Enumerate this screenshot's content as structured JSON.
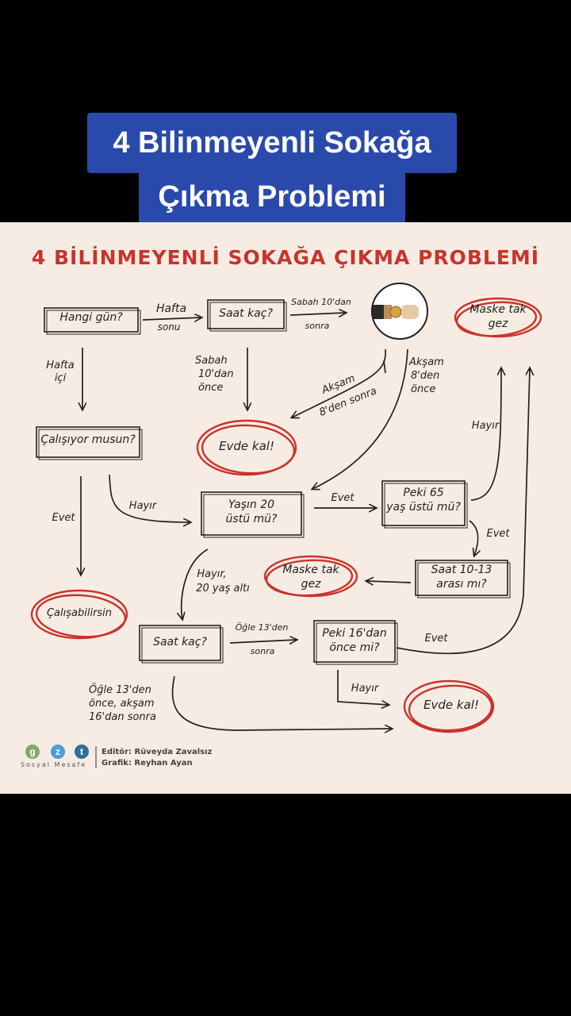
{
  "caption": {
    "line1": "4 Bilinmeyenli Sokağa",
    "line2": "Çıkma Problemi"
  },
  "poster": {
    "title": "4 BİLİNMEYENLİ SOKAĞA ÇIKMA PROBLEMİ",
    "nodes": {
      "hangi_gun": "Hangi gün?",
      "saat_kac_1": "Saat kaç?",
      "maske_1_l1": "Maske tak",
      "maske_1_l2": "gez",
      "calisiyor": "Çalışıyor musun?",
      "evde_kal_1": "Evde kal!",
      "yasin_l1": "Yaşın 20",
      "yasin_l2": "üstü mü?",
      "peki65_l1": "Peki 65",
      "peki65_l2": "yaş üstü mü?",
      "maske_2_l1": "Maske tak",
      "maske_2_l2": "gez",
      "saat1013_l1": "Saat 10-13",
      "saat1013_l2": "arası mı?",
      "calisabilirsin": "Çalışabilirsin",
      "saat_kac_2": "Saat kaç?",
      "peki16_l1": "Peki 16'dan",
      "peki16_l2": "önce mi?",
      "evde_kal_2": "Evde kal!"
    },
    "edges": {
      "hafta_sonu_1": "Hafta",
      "hafta_sonu_2": "sonu",
      "sabah10_sonra_1": "Sabah 10'dan",
      "sabah10_sonra_2": "sonra",
      "hafta_ici_1": "Hafta",
      "hafta_ici_2": "içi",
      "sabah10_once_1": "Sabah",
      "sabah10_once_2": "10'dan",
      "sabah10_once_3": "önce",
      "aksam8_sonra_1": "Akşam",
      "aksam8_sonra_2": "8'den sonra",
      "aksam8_once_1": "Akşam",
      "aksam8_once_2": "8'den",
      "aksam8_once_3": "önce",
      "hayir_65": "Hayır",
      "evet_calis": "Evet",
      "hayir_calis": "Hayır",
      "evet_yas": "Evet",
      "evet_65": "Evet",
      "hayir20_1": "Hayır,",
      "hayir20_2": "20 yaş altı",
      "ogle13_sonra_1": "Öğle 13'den",
      "ogle13_sonra_2": "sonra",
      "evet_16": "Evet",
      "hayir_16": "Hayır",
      "ogle_aksam_1": "Öğle 13'den",
      "ogle_aksam_2": "önce, akşam",
      "ogle_aksam_3": "16'dan sonra"
    },
    "footer": {
      "logo_g": "g",
      "logo_z": "z",
      "logo_t": "t",
      "brand": "Sosyal Mesafe",
      "editor": "Editör: Rüveyda Zavalsız",
      "graphic": "Grafik: Reyhan Ayan"
    },
    "colors": {
      "accent": "#c9332c",
      "caption_bg": "#2a4aab",
      "poster_bg": "#f6ece3",
      "ink": "#222222"
    }
  }
}
